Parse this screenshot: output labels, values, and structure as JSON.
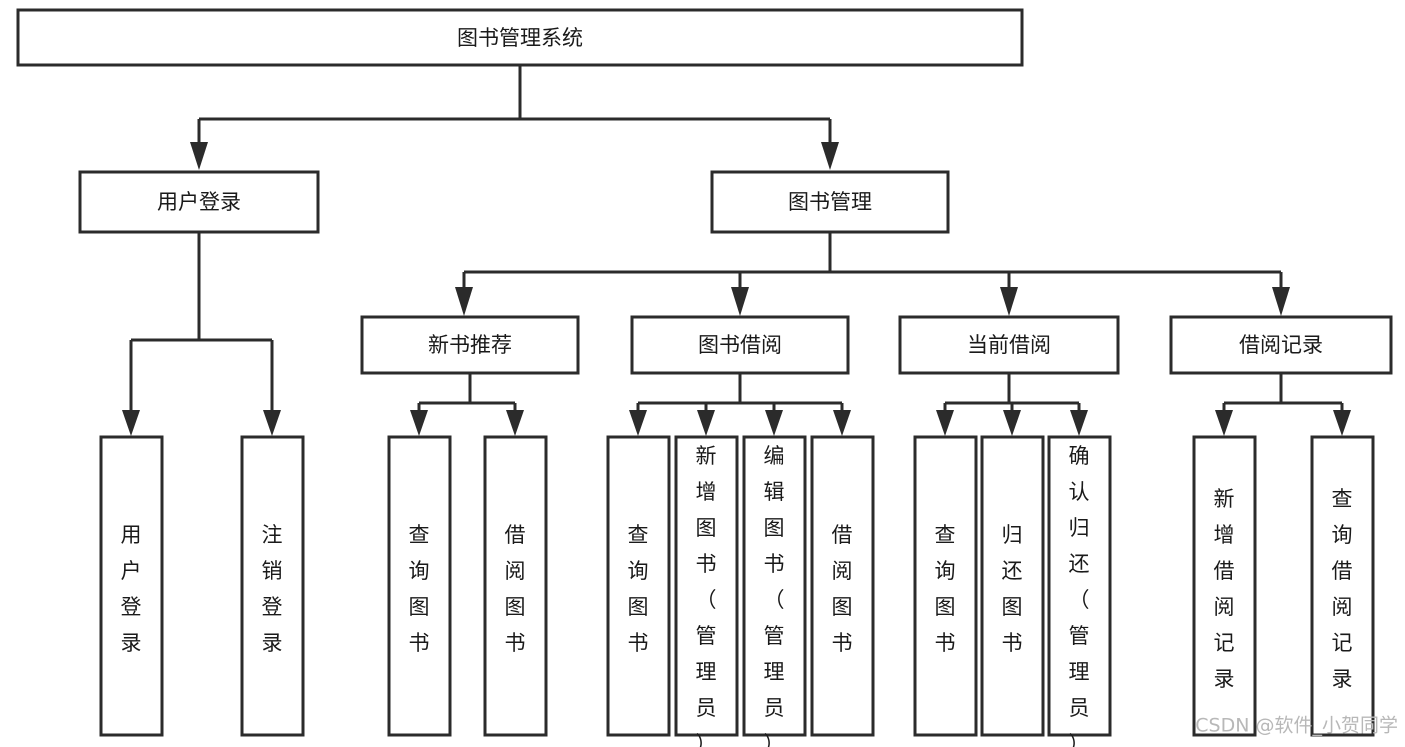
{
  "diagram": {
    "title": "图书管理系统",
    "type": "tree-hierarchy-diagram",
    "watermark": "CSDN @软件_小贺同学",
    "colors": {
      "background": "#ffffff",
      "box_fill": "#ffffff",
      "box_stroke": "#2b2b2b",
      "text": "#1a1a1a",
      "watermark": "#b8b8b8"
    },
    "nodes": {
      "root": {
        "label": "图书管理系统"
      },
      "level2": [
        {
          "label": "用户登录"
        },
        {
          "label": "图书管理"
        }
      ],
      "level3": [
        {
          "label": "新书推荐"
        },
        {
          "label": "图书借阅"
        },
        {
          "label": "当前借阅"
        },
        {
          "label": "借阅记录"
        }
      ],
      "leaves": {
        "user_login": [
          {
            "label": "用户登录"
          },
          {
            "label": "注销登录"
          }
        ],
        "new_book_recommend": [
          {
            "label": "查询图书"
          },
          {
            "label": "借阅图书"
          }
        ],
        "book_borrow": [
          {
            "label": "查询图书"
          },
          {
            "label": "新增图书（管理员）"
          },
          {
            "label": "编辑图书（管理员）"
          },
          {
            "label": "借阅图书"
          }
        ],
        "current_borrow": [
          {
            "label": "查询图书"
          },
          {
            "label": "归还图书"
          },
          {
            "label": "确认归还（管理员）"
          }
        ],
        "borrow_records": [
          {
            "label": "新增借阅记录"
          },
          {
            "label": "查询借阅记录"
          }
        ]
      }
    }
  }
}
